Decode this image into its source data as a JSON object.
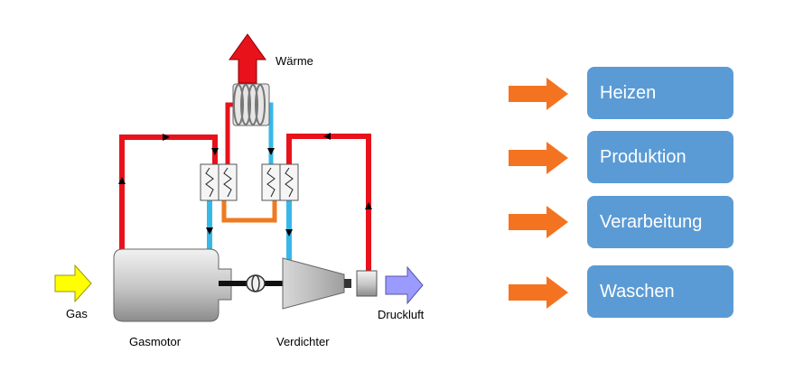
{
  "labels": {
    "heat": "Wärme",
    "gas": "Gas",
    "engine": "Gasmotor",
    "compressor": "Verdichter",
    "compressed_air": "Druckluft"
  },
  "uses": [
    {
      "label": "Heizen"
    },
    {
      "label": "Produktion"
    },
    {
      "label": "Verarbeitung"
    },
    {
      "label": "Waschen"
    }
  ],
  "colors": {
    "hot_pipe": "#e8121b",
    "cold_pipe": "#37b8e8",
    "warm_pipe": "#f07a1e",
    "arrow_orange": "#f47321",
    "box_blue": "#5b9bd5",
    "gas_arrow": "#ffff00",
    "air_arrow": "#9a9aff",
    "heat_arrow": "#e8121b"
  }
}
